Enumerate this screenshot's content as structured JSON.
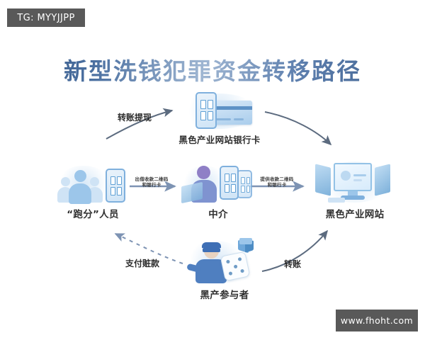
{
  "watermarks": {
    "top_left": "TG: MYYJJPP",
    "bottom_right": "www.fhoht.com"
  },
  "title": "新型洗钱犯罪资金转移路径",
  "nodes": {
    "bank_card": "黑色产业网站银行卡",
    "runners": "“跑分”人员",
    "broker": "中介",
    "website": "黑色产业网站",
    "participant": "黑产参与者"
  },
  "edges": {
    "withdraw": "转账提现",
    "lend_qr_line1": "出借收款二维码",
    "lend_qr_line2": "和银行卡",
    "provide_qr_line1": "提供收款二维码",
    "provide_qr_line2": "和银行卡",
    "pay_dirty_money": "支付赃款",
    "transfer": "转账"
  },
  "colors": {
    "watermark_bg": "#595959",
    "title_gradient_from": "#3b5a86",
    "title_gradient_to": "#3d5f8c",
    "arrow": "#5c6b7f",
    "accent_blue": "#7fb0dd",
    "background": "#ffffff"
  }
}
